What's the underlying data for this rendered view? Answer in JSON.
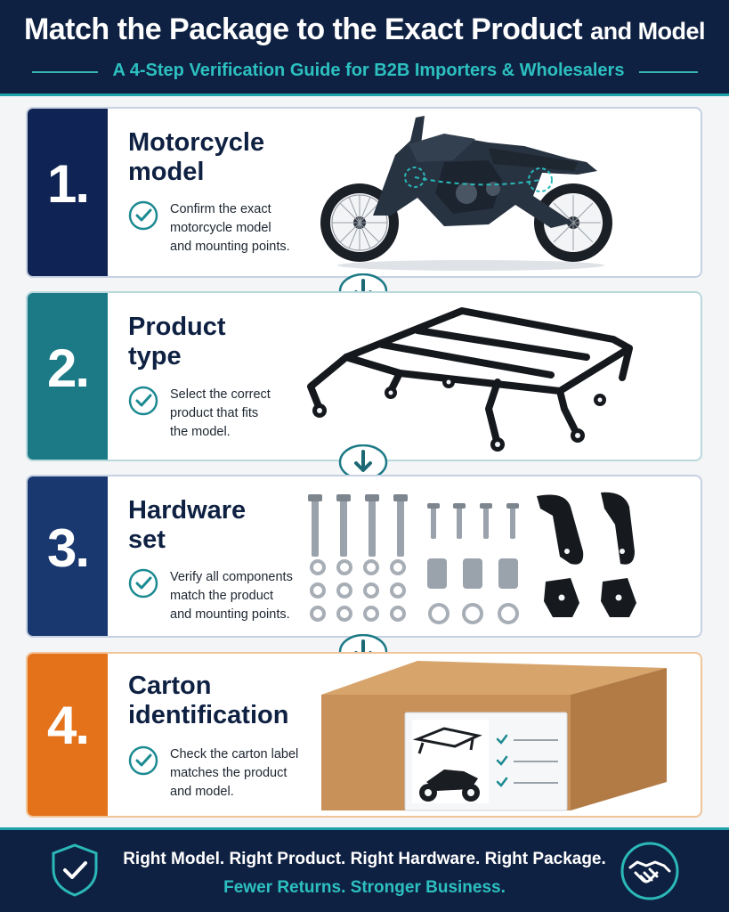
{
  "header": {
    "title_main": "Match the Package to the Exact Product",
    "title_tail": "and Model",
    "subtitle": "A 4-Step Verification Guide for B2B Importers & Wholesalers"
  },
  "steps": [
    {
      "number": "1.",
      "heading_line1": "Motorcycle",
      "heading_line2": "model",
      "desc_line1": "Confirm the exact",
      "desc_line2": "motorcycle model",
      "desc_line3": "and mounting points."
    },
    {
      "number": "2.",
      "heading_line1": "Product",
      "heading_line2": "type",
      "desc_line1": "Select the correct",
      "desc_line2": "product that fits",
      "desc_line3": "the model."
    },
    {
      "number": "3.",
      "heading_line1": "Hardware",
      "heading_line2": "set",
      "desc_line1": "Verify all components",
      "desc_line2": "match the product",
      "desc_line3": "and mounting points."
    },
    {
      "number": "4.",
      "heading_line1": "Carton",
      "heading_line2": "identification",
      "desc_line1": "Check  the carton label",
      "desc_line2": "matches the product",
      "desc_line3": "and model."
    }
  ],
  "footer": {
    "line1": "Right Model. Right Product. Right Hardware. Right Package.",
    "line2": "Fewer Returns. Stronger Business."
  },
  "icons": {
    "check": "check-circle-icon",
    "arrow": "arrow-down-circle-icon",
    "shield": "shield-check-icon",
    "handshake": "handshake-icon"
  },
  "colors": {
    "navy": "#0f2142",
    "teal": "#1fa2a8",
    "step1": "#0f2354",
    "step2": "#1c7a86",
    "step3": "#1a3870",
    "step4": "#e4721a"
  }
}
